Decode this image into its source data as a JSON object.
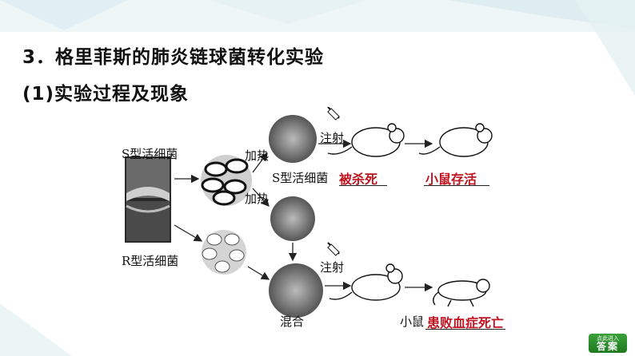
{
  "heading": "3．格里菲斯的肺炎链球菌转化实验",
  "subheading": "(1)实验过程及现象",
  "figure": {
    "s_label": "S型活细菌",
    "r_label": "R型活细菌",
    "heat1": "加热",
    "heat2": "加热",
    "s_killed_prefix": "S型活细菌",
    "s_killed_answer": "被杀死",
    "inject1": "注射",
    "inject2": "注射",
    "mouse_survive_answer": "小鼠存活",
    "mix": "混合",
    "mouse_prefix": "小鼠",
    "mouse_die_answer": "患败血症死亡"
  },
  "answer_button": {
    "top": "点此进入",
    "label": "答案"
  },
  "colors": {
    "answer_red": "#c1121f",
    "button_green": "#2a8d2a"
  }
}
